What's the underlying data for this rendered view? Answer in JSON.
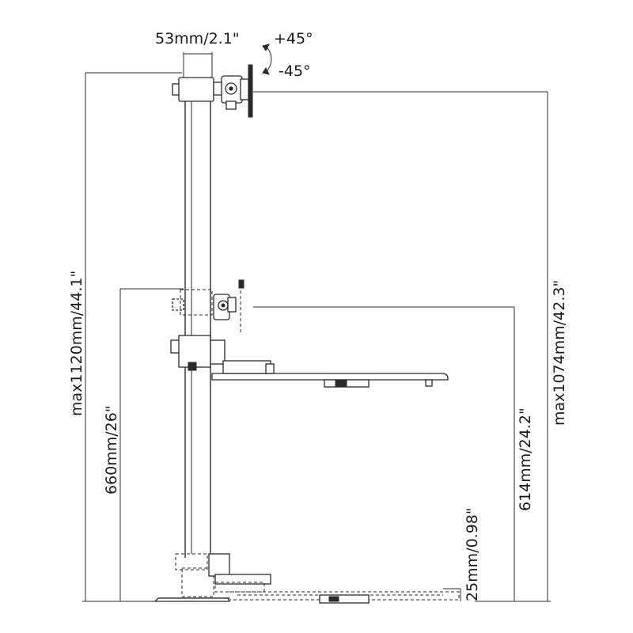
{
  "dimensions": {
    "pole_width": "53mm/2.1\"",
    "tilt_up": "+45°",
    "tilt_down": "-45°",
    "max_height_total": "max1120mm/44.1\"",
    "max_height_monitor": "max1074mm/42.3\"",
    "tray_height": "660mm/26\"",
    "keyboard_height": "614mm/24.2\"",
    "base_thickness": "25mm/0.98\""
  }
}
